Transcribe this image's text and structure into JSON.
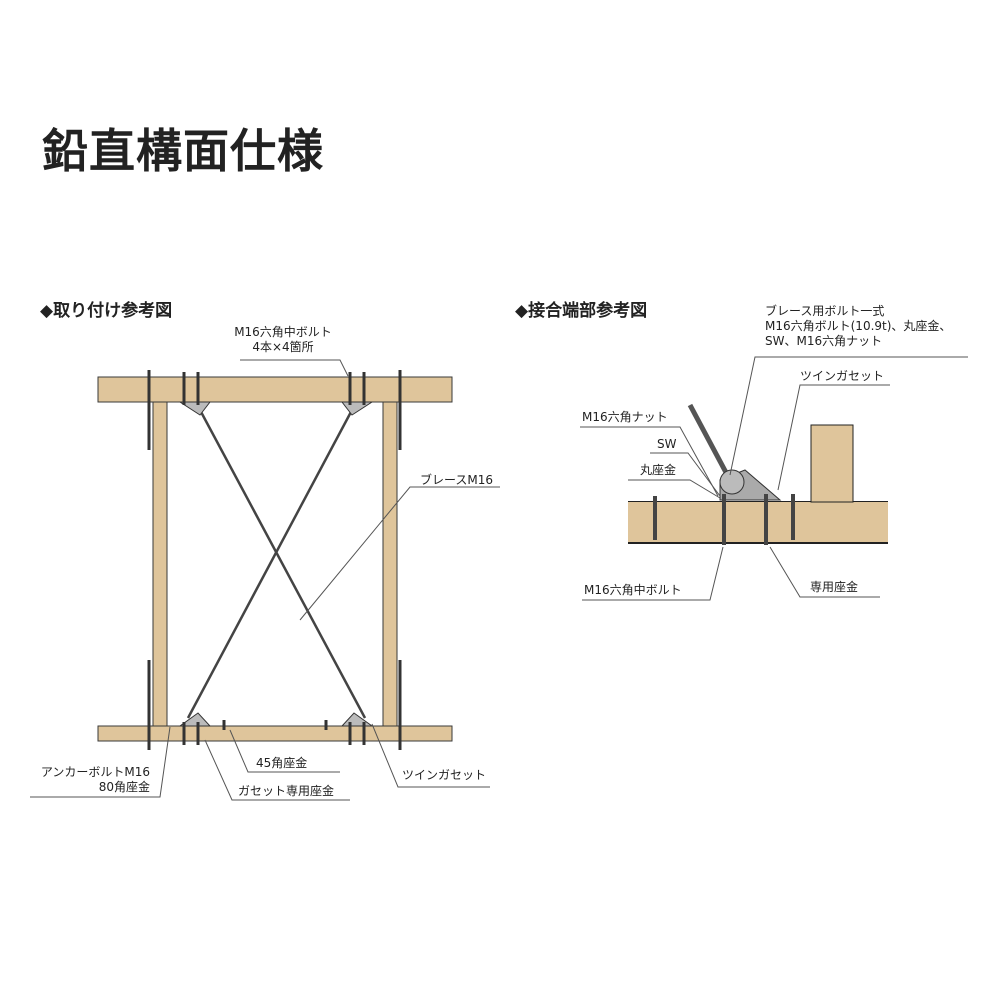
{
  "title": "鉛直構面仕様",
  "left": {
    "heading": "◆取り付け参考図",
    "labels": {
      "bolt_l1": "M16六角中ボルト",
      "bolt_l2": "4本×4箇所",
      "brace": "ブレースM16",
      "anchor_l1": "アンカーボルトM16",
      "anchor_l2": "80角座金",
      "washer45": "45角座金",
      "gusset_washer": "ガセット専用座金",
      "twin_gusset": "ツインガセット"
    }
  },
  "right": {
    "heading": "◆接合端部参考図",
    "labels": {
      "brace_bolt_l1": "ブレース用ボルト一式",
      "brace_bolt_l2": "M16六角ボルト(10.9t)、丸座金、",
      "brace_bolt_l3": "SW、M16六角ナット",
      "twin_gusset": "ツインガセット",
      "nut": "M16六角ナット",
      "sw": "SW",
      "round_washer": "丸座金",
      "bolt": "M16六角中ボルト",
      "special_washer": "専用座金"
    }
  },
  "colors": {
    "wood": "#dfc59b",
    "outline": "#3a3a3a",
    "steel": "#555555"
  }
}
